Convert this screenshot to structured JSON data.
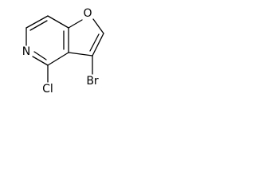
{
  "molecule": {
    "atoms": {
      "oxygen": "O",
      "nitrogen": "N",
      "bromine": "Br",
      "chlorine": "Cl"
    }
  }
}
